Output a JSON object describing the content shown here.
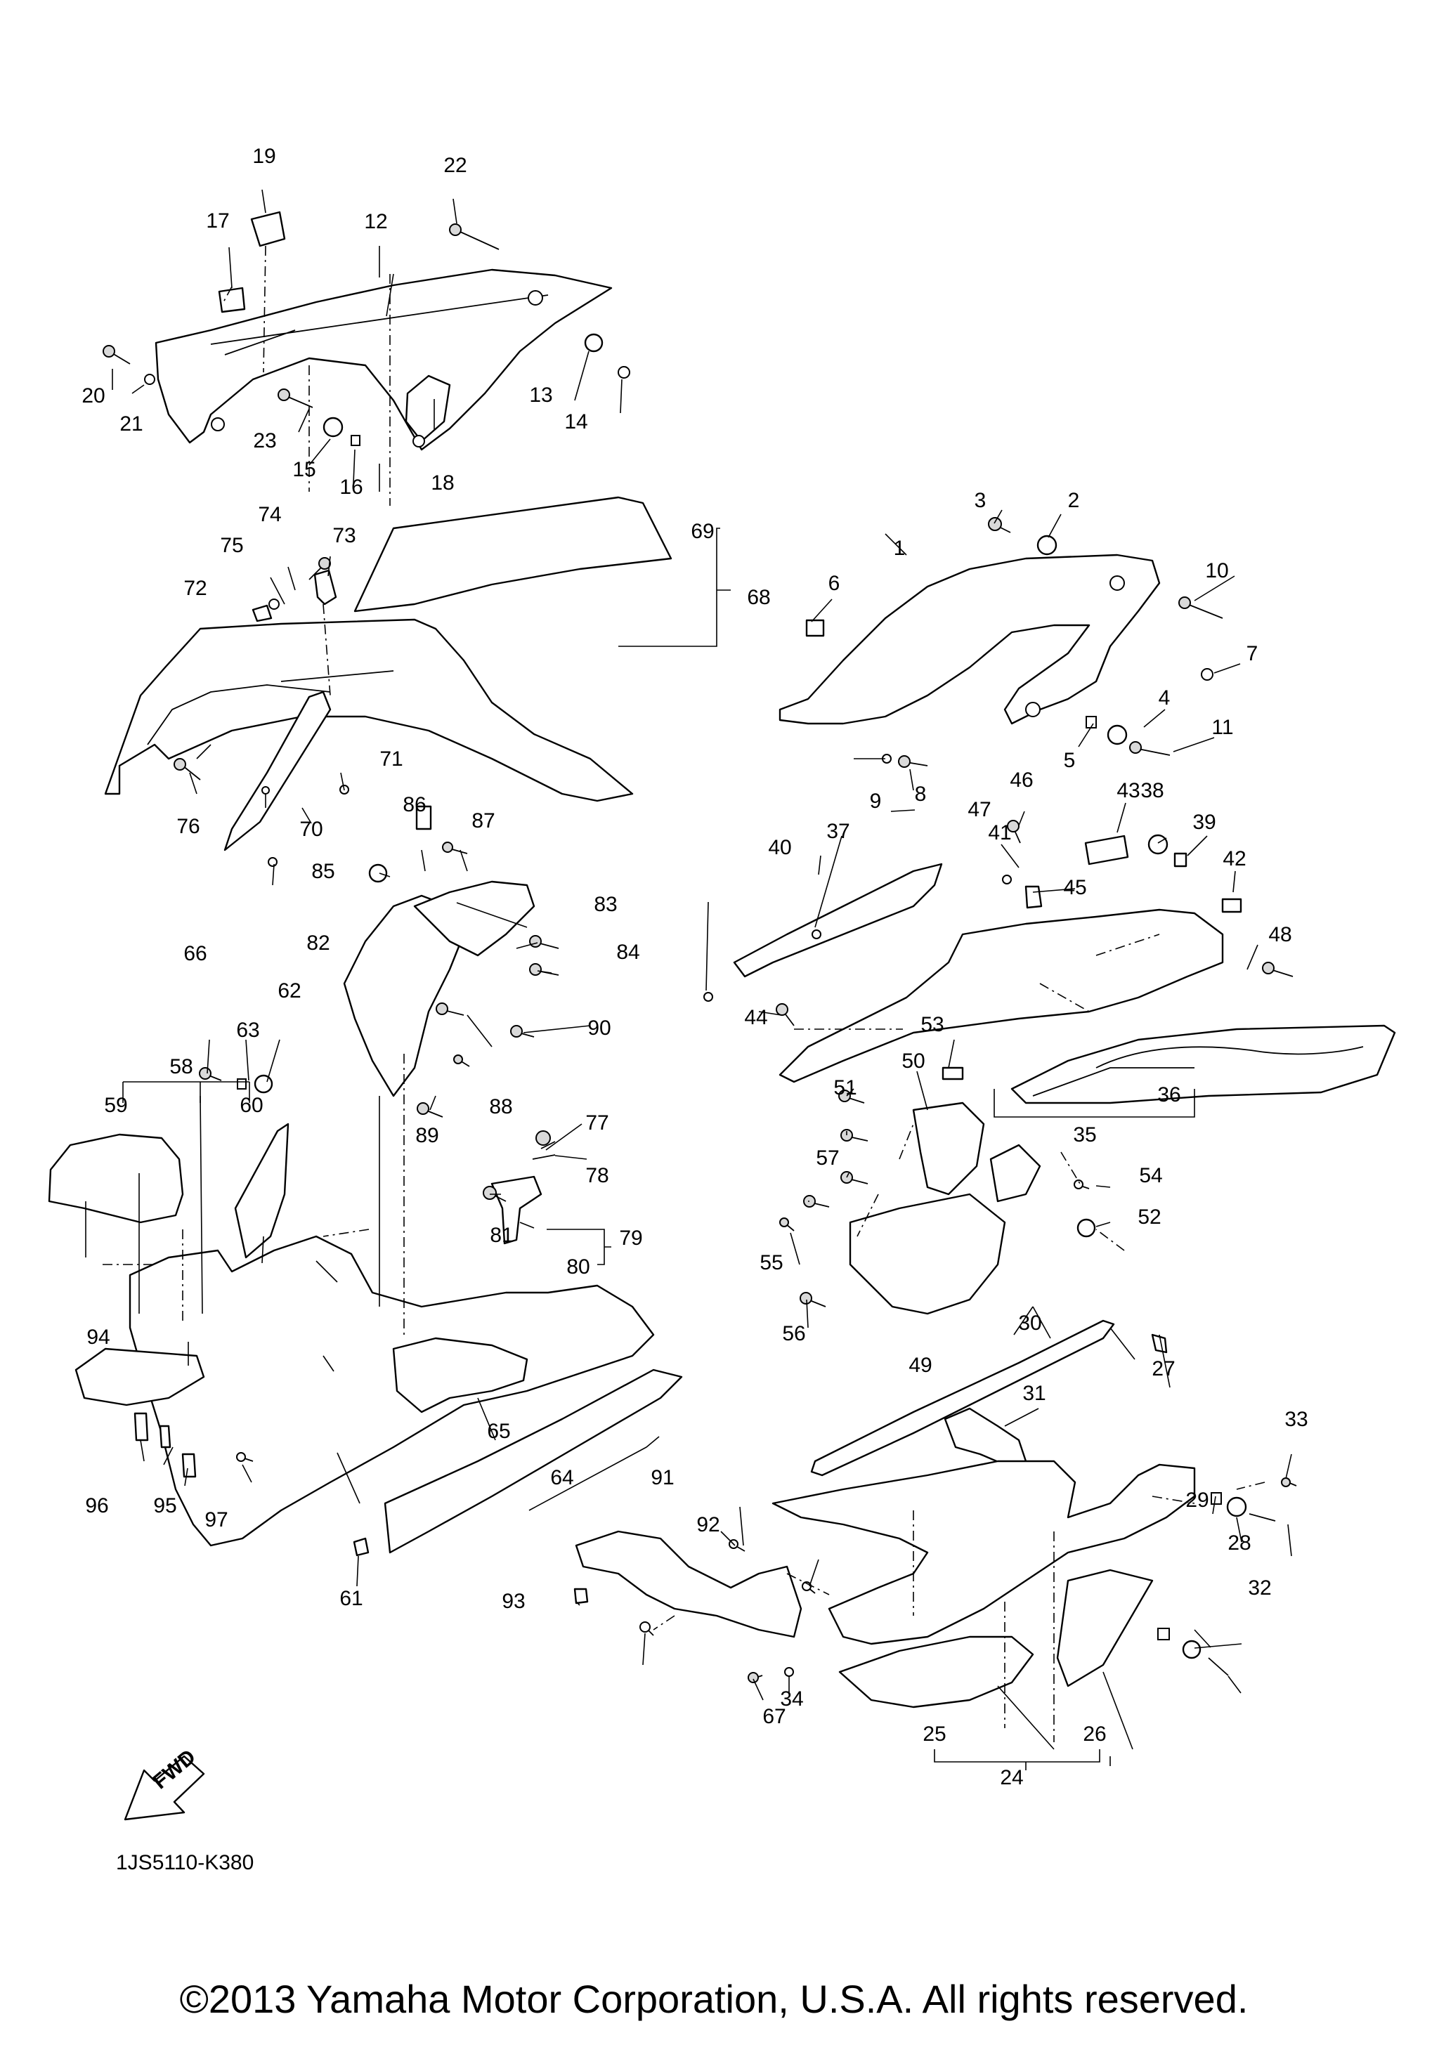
{
  "callouts": [
    "1",
    "2",
    "3",
    "4",
    "5",
    "6",
    "7",
    "8",
    "9",
    "10",
    "11",
    "12",
    "13",
    "14",
    "15",
    "16",
    "17",
    "18",
    "19",
    "20",
    "21",
    "22",
    "23",
    "24",
    "25",
    "26",
    "27",
    "28",
    "29",
    "30",
    "31",
    "32",
    "33",
    "34",
    "35",
    "36",
    "37",
    "38",
    "39",
    "40",
    "41",
    "42",
    "43",
    "44",
    "45",
    "46",
    "47",
    "48",
    "49",
    "50",
    "51",
    "52",
    "53",
    "54",
    "55",
    "56",
    "57",
    "58",
    "59",
    "60",
    "61",
    "62",
    "63",
    "64",
    "65",
    "66",
    "67",
    "68",
    "69",
    "70",
    "71",
    "72",
    "73",
    "74",
    "75",
    "76",
    "77",
    "78",
    "79",
    "80",
    "81",
    "82",
    "83",
    "84",
    "85",
    "86",
    "87",
    "88",
    "89",
    "90",
    "91",
    "92",
    "93",
    "94",
    "95",
    "96",
    "97"
  ],
  "diagram_code": "1JS5110-K380",
  "fwd_label": "FWD",
  "copyright": "©2013 Yamaha Motor Corporation, U.S.A. All rights reserved."
}
